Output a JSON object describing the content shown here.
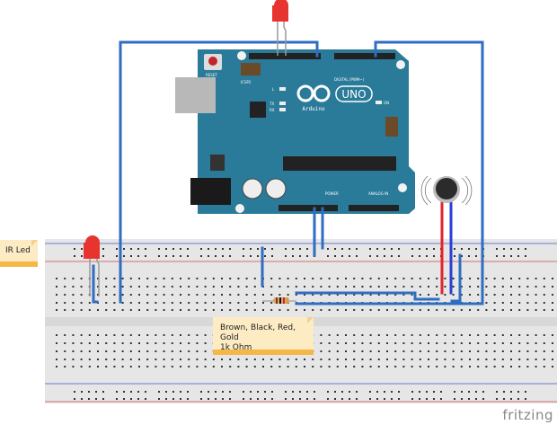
{
  "app": {
    "brand": "fritzing"
  },
  "board": {
    "name": "Arduino UNO",
    "logo_text": "Arduino",
    "model_text": "UNO",
    "reset_label": "RESET",
    "icsp2_label": "ICSP2",
    "icsp_label": "ICSP",
    "digital_label": "DIGITAL (PWM~)",
    "power_label": "POWER",
    "analog_label": "ANALOG IN",
    "on_label": "ON",
    "l_label": "L",
    "tx_label": "TX",
    "rx_label": "RX",
    "color": "#2a7a99"
  },
  "components": {
    "led_top": {
      "color": "#e8342f",
      "label": "LED"
    },
    "led_ir": {
      "color": "#e8342f",
      "label": "IR LED"
    },
    "resistor": {
      "bands": [
        "Brown",
        "Black",
        "Red",
        "Gold"
      ]
    },
    "vibration_motor": {
      "color": "#333333"
    }
  },
  "notes": {
    "ir_led": "IR Led",
    "resistor_line1": "Brown, Black, Red, Gold",
    "resistor_line2": "1k Ohm"
  },
  "colors": {
    "wire_blue": "#2f6dc2",
    "wire_red": "#e2232b",
    "wire_darkblue": "#2a3fd4",
    "breadboard": "#e6e6e6",
    "rail_blue": "#6b7bd4",
    "rail_red": "#d27070",
    "note_bg": "#fdebc4",
    "note_border": "#f5b746"
  }
}
